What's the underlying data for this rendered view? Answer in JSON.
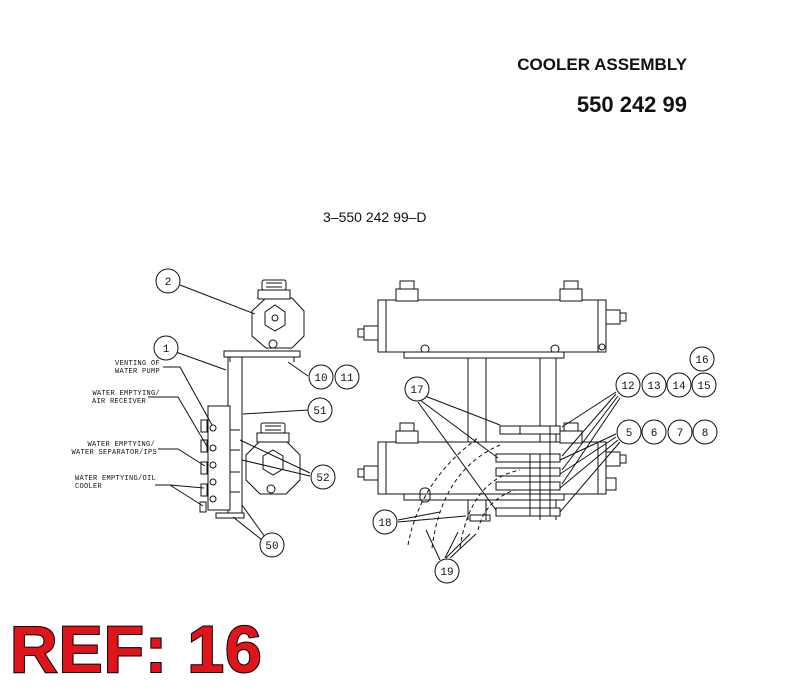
{
  "header": {
    "title": "COOLER ASSEMBLY",
    "part_number": "550 242 99"
  },
  "drawing": {
    "number": "3–550 242 99–D",
    "notes": {
      "venting_1": "VENTING OF",
      "venting_2": "WATER PUMP",
      "air_1": "WATER EMPTYING/",
      "air_2": "AIR RECEIVER",
      "sep_1": "WATER EMPTYING/",
      "sep_2": "WATER SEPARATOR/IPS",
      "oil_1": "WATER EMPTYING/OIL",
      "oil_2": "COOLER"
    },
    "callouts": [
      "2",
      "1",
      "10",
      "11",
      "51",
      "52",
      "50",
      "17",
      "16",
      "12",
      "13",
      "14",
      "15",
      "5",
      "6",
      "7",
      "8",
      "18",
      "19"
    ]
  },
  "reference": {
    "label": "REF: 16"
  },
  "colors": {
    "line": "#111111",
    "ref_red": "#e0151b"
  }
}
